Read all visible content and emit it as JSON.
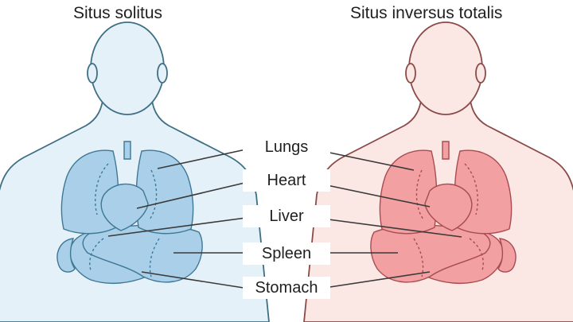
{
  "titles": {
    "left": "Situs solitus",
    "right": "Situs inversus totalis"
  },
  "labels": {
    "lungs": "Lungs",
    "heart": "Heart",
    "liver": "Liver",
    "spleen": "Spleen",
    "stomach": "Stomach"
  },
  "colors": {
    "left_body_fill": "#e5f1f8",
    "left_body_stroke": "#3e6f84",
    "left_organ_fill": "#a9d0e8",
    "left_organ_stroke": "#3f7796",
    "right_body_fill": "#fbe7e4",
    "right_body_stroke": "#8a4a48",
    "right_organ_fill": "#f2a0a2",
    "right_organ_stroke": "#a84c52",
    "leader_line": "#3a3a3a",
    "text": "#1f1f1f"
  }
}
